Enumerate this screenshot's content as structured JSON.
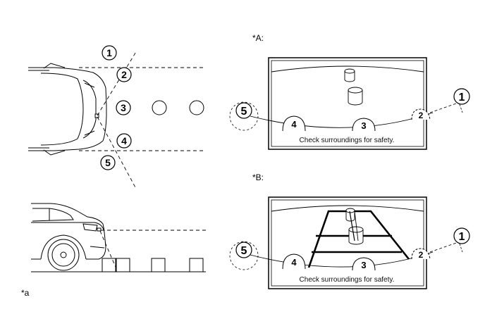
{
  "labels": {
    "panel_a": "*A:",
    "panel_b": "*B:",
    "footnote": "*a"
  },
  "callouts": {
    "n1": "1",
    "n2": "2",
    "n3": "3",
    "n4": "4",
    "n5": "5"
  },
  "screen": {
    "caption": "Check surroundings for safety."
  }
}
